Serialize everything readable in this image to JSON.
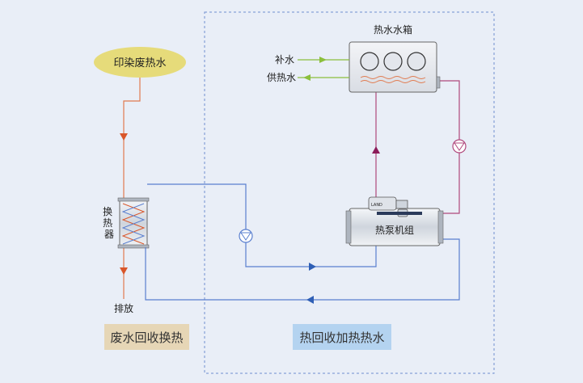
{
  "labels": {
    "wastewater_source": "印染废热水",
    "heat_exchanger": "换热器",
    "discharge": "排放",
    "tank_title": "热水水箱",
    "makeup_water": "补水",
    "hot_water_supply": "供热水",
    "heat_pump": "热泵机组",
    "brand": "LAND",
    "left_section": "废水回收换热",
    "right_section": "热回收加热热水"
  },
  "colors": {
    "background": "#e9eef7",
    "waste_line": "#e07a4f",
    "water_line": "#5a7fcf",
    "hot_line": "#b0487c",
    "makeup_line": "#8bbf3c",
    "boundary": "#6f8fcf",
    "source_ellipse": "#e6db7a"
  }
}
